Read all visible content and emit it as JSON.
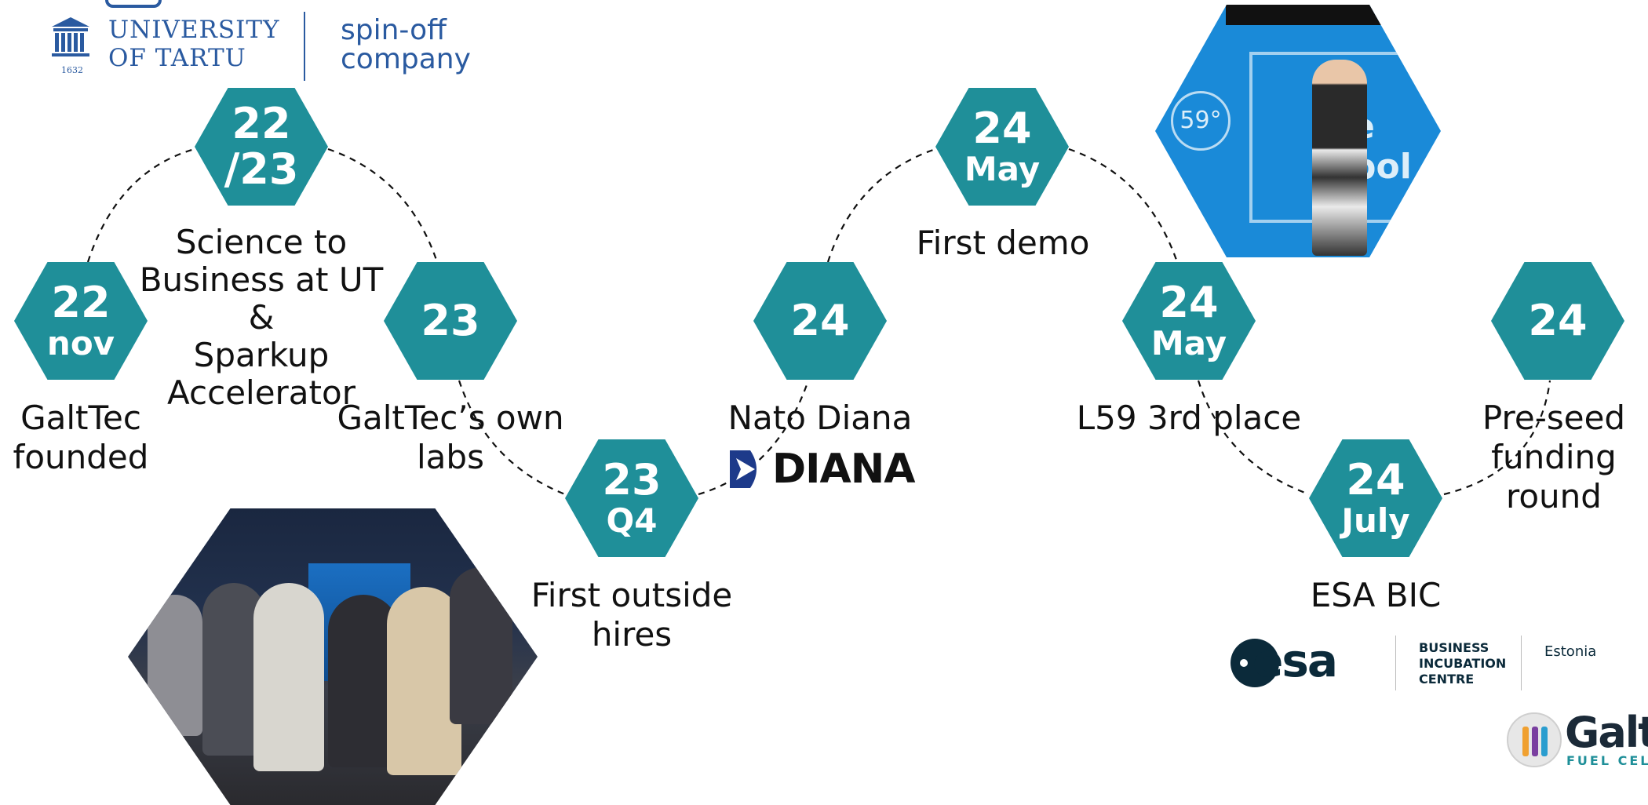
{
  "colors": {
    "accent": "#1f8f99",
    "ut_blue": "#2a5aa0",
    "text": "#111111"
  },
  "logo_ut": {
    "line1": "UNIVERSITY",
    "line2": "OF TARTU",
    "year": "1632",
    "tag1": "spin-off",
    "tag2": "company"
  },
  "milestones": [
    {
      "top": "22",
      "bottom": "nov",
      "label": [
        "GaltTec",
        "founded"
      ]
    },
    {
      "top": "22",
      "bottom": "/23",
      "label": [
        "Science to",
        "Business at UT &",
        "Sparkup",
        "Accelerator"
      ]
    },
    {
      "top": "23",
      "bottom": "",
      "label": [
        "GaltTec’s own",
        "labs"
      ]
    },
    {
      "top": "23",
      "bottom": "Q4",
      "label": [
        "First outside",
        "hires"
      ]
    },
    {
      "top": "24",
      "bottom": "",
      "label": [
        "Nato Diana"
      ]
    },
    {
      "top": "24",
      "bottom": "May",
      "label": [
        "First demo"
      ]
    },
    {
      "top": "24",
      "bottom": "May",
      "label": [
        "L59 3rd place"
      ]
    },
    {
      "top": "24",
      "bottom": "July",
      "label": [
        "ESA BIC"
      ]
    },
    {
      "top": "24",
      "bottom": "",
      "label": [
        "Pre-seed",
        "funding",
        "round"
      ]
    }
  ],
  "diana_logo": {
    "text": "DIANA"
  },
  "esa_logo": {
    "text": "esa",
    "line1": "BUSINESS",
    "line2": "INCUBATION",
    "line3": "CENTRE",
    "region": "Estonia"
  },
  "galt_logo": {
    "text": "GaltT",
    "sub": "FUEL CELL"
  },
  "photos": {
    "stage_text": "e bol",
    "stage_badge": "59°"
  }
}
